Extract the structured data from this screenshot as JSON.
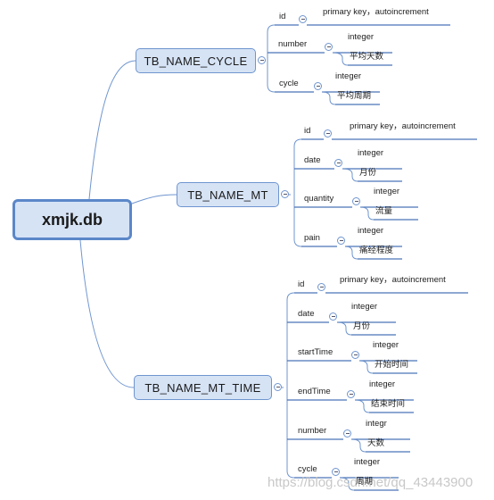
{
  "root": {
    "label": "xmjk.db"
  },
  "tables": [
    {
      "name": "TB_NAME_CYCLE",
      "fields": [
        {
          "name": "id",
          "type": "primary key，autoincrement",
          "desc": ""
        },
        {
          "name": "number",
          "type": "integer",
          "desc": "平均天数"
        },
        {
          "name": "cycle",
          "type": "integer",
          "desc": "平均周期"
        }
      ]
    },
    {
      "name": "TB_NAME_MT",
      "fields": [
        {
          "name": "id",
          "type": "primary key，autoincrement",
          "desc": ""
        },
        {
          "name": "date",
          "type": "integer",
          "desc": "月份"
        },
        {
          "name": "quantity",
          "type": "integer",
          "desc": "流量"
        },
        {
          "name": "pain",
          "type": "integer",
          "desc": "痛经程度"
        }
      ]
    },
    {
      "name": "TB_NAME_MT_TIME",
      "fields": [
        {
          "name": "id",
          "type": "primary key，autoincrement",
          "desc": ""
        },
        {
          "name": "date",
          "type": "integer",
          "desc": "月份"
        },
        {
          "name": "startTime",
          "type": "integer",
          "desc": "开始时间"
        },
        {
          "name": "endTime",
          "type": "integer",
          "desc": "结束时间"
        },
        {
          "name": "number",
          "type": "integr",
          "desc": "天数"
        },
        {
          "name": "cycle",
          "type": "integer",
          "desc": "周期"
        }
      ]
    }
  ],
  "colors": {
    "line": "#6f95cf",
    "underline": "#4a74b8",
    "node_fill": "#d6e3f5"
  },
  "watermark": "https://blog.csdn.net/qq_43443900"
}
